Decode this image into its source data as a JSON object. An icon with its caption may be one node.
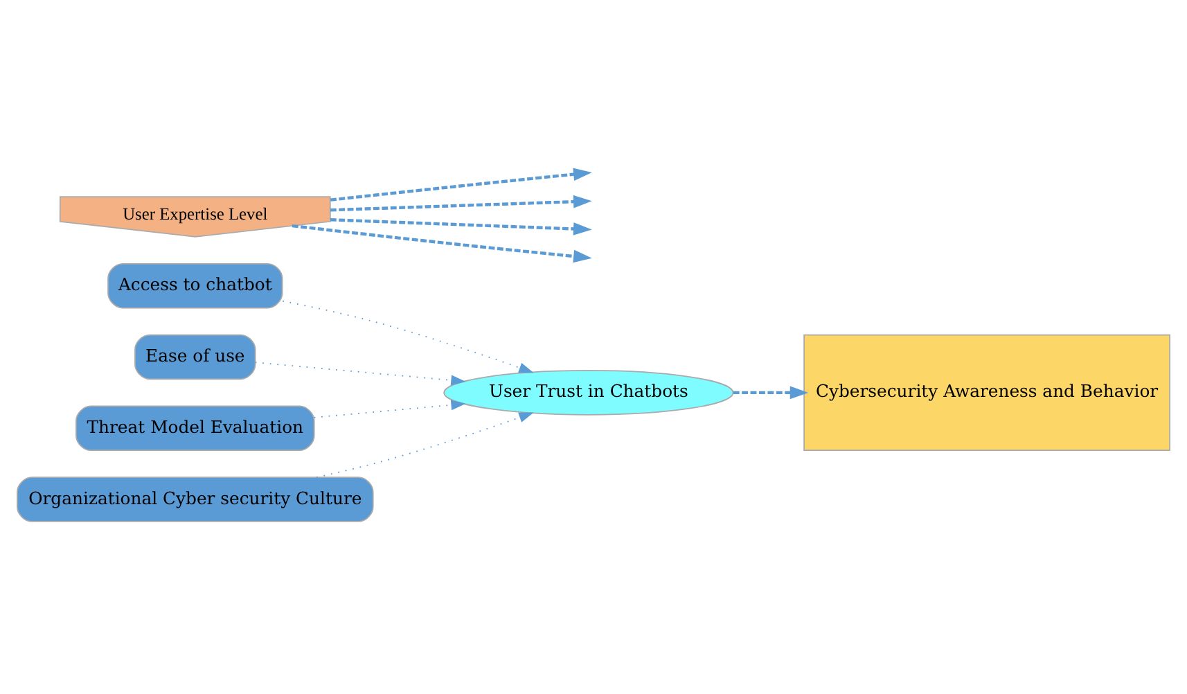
{
  "diagram": {
    "nodes": [
      {
        "text": [
          "User Expertise Level"
        ]
      },
      {
        "text": [
          "Access to chatbot"
        ]
      },
      {
        "text": [
          "Ease of use"
        ]
      },
      {
        "text": [
          "Threat Model Evaluation"
        ]
      },
      {
        "text": [
          "Organizational Cyber security Culture"
        ]
      },
      {
        "text": [
          "User Trust in Chatbots"
        ]
      },
      {
        "text": [
          "Cybersecurity Awareness and Behavior"
        ]
      }
    ],
    "edges": [
      {
        "from": 0,
        "to": null,
        "arrow": "to",
        "style": "dashed"
      },
      {
        "from": 0,
        "to": null,
        "arrow": "to",
        "style": "dashed"
      },
      {
        "from": 0,
        "to": null,
        "arrow": "to",
        "style": "dashed"
      },
      {
        "from": 0,
        "to": null,
        "arrow": "to",
        "style": "dashed"
      },
      {
        "from": 1,
        "to": 5,
        "arrow": "to"
      },
      {
        "from": 2,
        "to": 5,
        "arrow": "to"
      },
      {
        "from": 3,
        "to": 5,
        "arrow": "to"
      },
      {
        "from": 4,
        "to": 5,
        "arrow": "to"
      },
      {
        "from": 5,
        "to": 6,
        "arrow": "to",
        "style": "dashed"
      }
    ]
  }
}
